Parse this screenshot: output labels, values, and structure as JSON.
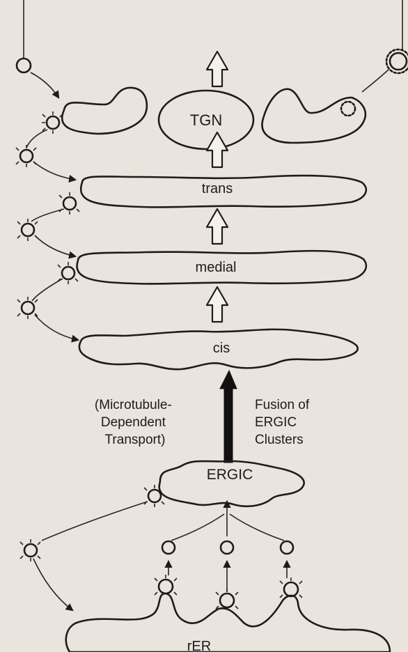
{
  "labels": {
    "tgn": "TGN",
    "trans": "trans",
    "medial": "medial",
    "cis": "cis",
    "ergic": "ERGIC",
    "er": "rER"
  },
  "annotations": {
    "left": [
      "(Microtubule-",
      "Dependent",
      "Transport)"
    ],
    "right": [
      "Fusion of",
      "ERGIC",
      "Clusters"
    ]
  }
}
